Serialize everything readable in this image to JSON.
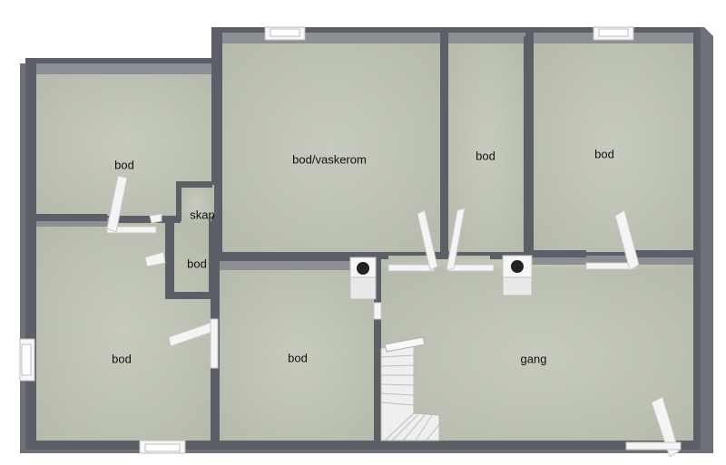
{
  "colors": {
    "background": "#ffffff",
    "floor": "#bfc4b7",
    "floor_shadow": "#aeb3a5",
    "wall_top": "#5d5f66",
    "wall_side": "#8a8c92",
    "door": "#f4f4f4",
    "window": "#f7f7f7",
    "stair": "#ececec",
    "text": "#111111"
  },
  "rooms": [
    {
      "id": "room-top-left-storage",
      "label": "bod"
    },
    {
      "id": "room-storage-laundry",
      "label": "bod/vaskerom"
    },
    {
      "id": "room-middle-storage",
      "label": "bod"
    },
    {
      "id": "room-top-right-storage",
      "label": "bod"
    },
    {
      "id": "room-closet",
      "label": "skap"
    },
    {
      "id": "room-small-storage",
      "label": "bod"
    },
    {
      "id": "room-bottom-left-storage",
      "label": "bod"
    },
    {
      "id": "room-bottom-middle-storage",
      "label": "bod"
    },
    {
      "id": "room-hallway",
      "label": "gang"
    }
  ]
}
